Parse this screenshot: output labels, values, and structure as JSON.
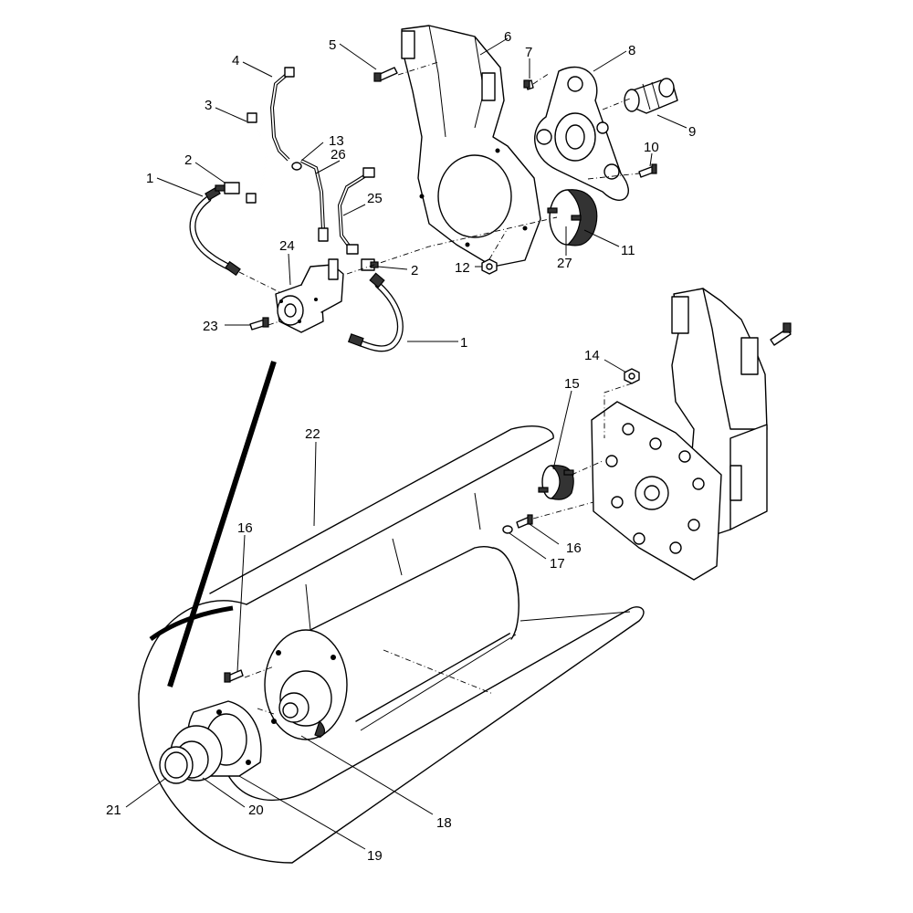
{
  "diagram": {
    "callouts": [
      "1",
      "2",
      "3",
      "4",
      "5",
      "6",
      "7",
      "8",
      "9",
      "10",
      "11",
      "12",
      "13",
      "14",
      "15",
      "16",
      "17",
      "18",
      "19",
      "20",
      "21",
      "22",
      "23",
      "24",
      "25",
      "26",
      "27"
    ],
    "labels": {
      "p1a": "1",
      "p1b": "1",
      "p2a": "2",
      "p2b": "2",
      "p3": "3",
      "p4": "4",
      "p5": "5",
      "p6": "6",
      "p7": "7",
      "p8": "8",
      "p9": "9",
      "p10": "10",
      "p11": "11",
      "p12": "12",
      "p13": "13",
      "p14": "14",
      "p15": "15",
      "p16a": "16",
      "p16b": "16",
      "p17": "17",
      "p18": "18",
      "p19": "19",
      "p20": "20",
      "p21": "21",
      "p22": "22",
      "p23": "23",
      "p24": "24",
      "p25": "25",
      "p26": "26",
      "p27": "27"
    }
  }
}
